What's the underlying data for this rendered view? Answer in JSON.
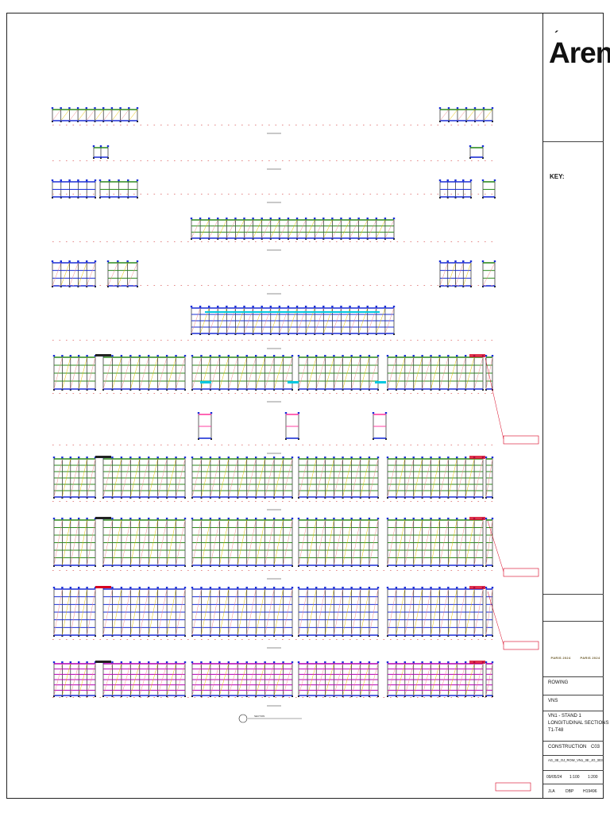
{
  "company": {
    "name": "Arena",
    "address": "",
    "disclaimer": ""
  },
  "key": {
    "title": "KEY:",
    "items": [
      {
        "label": "",
        "color": "#7a1fa2"
      },
      {
        "label": "",
        "color": "#5b2a0a"
      },
      {
        "label": "",
        "color": "#111111"
      },
      {
        "label": "",
        "color": "#2d8a1f"
      },
      {
        "label": "",
        "color": "#7a1fa2"
      },
      {
        "label": "",
        "color": "#d7001f"
      },
      {
        "label": "",
        "color": "#555555"
      },
      {
        "label": "",
        "color": "#00c8e0"
      }
    ]
  },
  "sections": [
    {
      "label": "",
      "type": "ends-single"
    },
    {
      "label": "",
      "type": "towers"
    },
    {
      "label": "",
      "type": "ends-blue"
    },
    {
      "label": "",
      "type": "center-narrow"
    },
    {
      "label": "",
      "type": "ends-cross"
    },
    {
      "label": "",
      "type": "center-wide"
    },
    {
      "label": "",
      "type": "full-cyan"
    },
    {
      "label": "",
      "type": "three-towers"
    },
    {
      "label": "",
      "type": "full"
    },
    {
      "label": "",
      "type": "full-green"
    },
    {
      "label": "",
      "type": "full-red"
    },
    {
      "label": "",
      "type": "full-pink"
    }
  ],
  "callouts": [
    {
      "text": ""
    },
    {
      "text": ""
    },
    {
      "text": ""
    },
    {
      "text": ""
    }
  ],
  "section_mark": {
    "label": "SECTION",
    "sub": ""
  },
  "title_block": {
    "project": "ROWING",
    "venue": "VNS",
    "drawing_title": [
      "VN1 - STAND 1",
      "LONGITUDINAL SECTIONS",
      "T1-T48"
    ],
    "status_label": "CONSTRUCTION",
    "revision": "C03",
    "drawing_number": "AG_3E_OJ_ROW_VN1_3E_JO_303",
    "date": "09/05/24",
    "scale1": "1:100",
    "scale2": "1:200",
    "drawn": "JLA",
    "checked": "DBP",
    "job": "H19496"
  },
  "logos": {
    "paris": "PARIS 2024"
  },
  "note_box": {
    "text": ""
  }
}
